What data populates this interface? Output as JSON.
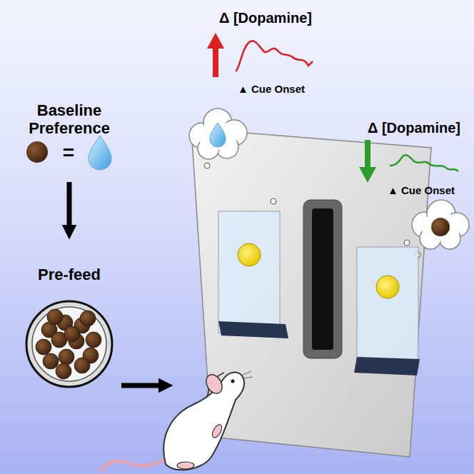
{
  "diagram": {
    "labels": [
      "Baseline Preference",
      "=",
      "Pre-feed",
      "Δ [Dopamine]",
      "▲ Cue Onset",
      "Δ [Dopamine]",
      "▲ Cue Onset"
    ]
  }
}
